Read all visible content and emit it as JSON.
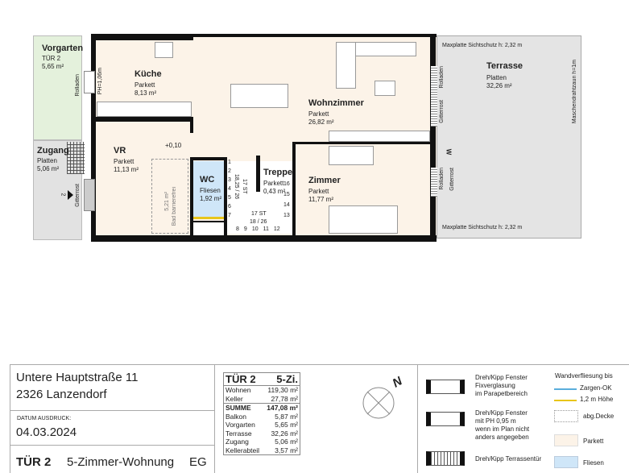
{
  "plan": {
    "vorgarten": {
      "name": "Vorgarten",
      "sub": "TÜR 2",
      "area": "5,65 m²"
    },
    "zugang": {
      "name": "Zugang",
      "floor": "Platten",
      "area": "5,06 m²"
    },
    "kueche": {
      "name": "Küche",
      "floor": "Parkett",
      "area": "8,13 m²"
    },
    "vr": {
      "name": "VR",
      "floor": "Parkett",
      "area": "11,13 m²",
      "level": "+0,10"
    },
    "wc": {
      "name": "WC",
      "floor": "Fliesen",
      "area": "1,92 m²"
    },
    "bad": {
      "label": "Bad barrierefrei",
      "area": "5,21 m²"
    },
    "treppe": {
      "name": "Treppe",
      "floor": "Parkett",
      "area": "0,43 m²",
      "st1": "17 ST",
      "dim1": "18,25 / 26",
      "st2": "17 ST",
      "dim2": "18 / 26",
      "steps": [
        "1",
        "2",
        "3",
        "4",
        "5",
        "6",
        "7",
        "8",
        "9",
        "10",
        "11",
        "12",
        "13",
        "14",
        "15",
        "16"
      ]
    },
    "wohnzimmer": {
      "name": "Wohnzimmer",
      "floor": "Parkett",
      "area": "26,82 m²"
    },
    "zimmer": {
      "name": "Zimmer",
      "floor": "Parkett",
      "area": "11,77 m²"
    },
    "terrasse": {
      "name": "Terrasse",
      "floor": "Platten",
      "area": "32,26 m²"
    },
    "labels": {
      "rolladen": "Rolladen",
      "gitterrost": "Gitterrost",
      "ph": "PH=1,06m",
      "sichtschutz_top": "Maxplatte Sichtschutz h: 2,32 m",
      "sichtschutz_bottom": "Maxplatte Sichtschutz h: 2,32 m",
      "zaun": "Maschendrahtzaun h=1m",
      "w": "W",
      "entry_no": "2"
    }
  },
  "info": {
    "address1": "Untere Hauptstraße 11",
    "address2": "2326 Lanzendorf",
    "datum_label": "DATUM AUSDRUCK:",
    "datum": "04.03.2024",
    "unit": "TÜR 2",
    "type": "5-Zimmer-Wohnung",
    "floor": "EG",
    "table": {
      "title": "TÜR 2",
      "rooms": "5-Zi.",
      "rows": [
        {
          "k": "Wohnen",
          "v": "119,30 m²"
        },
        {
          "k": "Keller",
          "v": "27,78 m²"
        },
        {
          "k": "SUMME",
          "v": "147,08 m²"
        },
        {
          "k": "Balkon",
          "v": "5,87 m²"
        },
        {
          "k": "Vorgarten",
          "v": "5,65 m²"
        },
        {
          "k": "Terrasse",
          "v": "32,26 m²"
        },
        {
          "k": "Zugang",
          "v": "5,06 m²"
        },
        {
          "k": "Kellerabteil",
          "v": "3,57 m²"
        }
      ]
    },
    "north": "N",
    "legend": {
      "win1": [
        "Dreh/Kipp Fenster",
        "Fixverglasung",
        "im Parapetbereich"
      ],
      "win2": [
        "Dreh/Kipp Fenster",
        "mit PH 0,95 m",
        "wenn im Plan nicht",
        "anders angegeben"
      ],
      "door": "Dreh/Kipp Terrassentür",
      "tiling_title": "Wandverfliesung bis",
      "zargen": "Zargen-OK",
      "hoehe": "1,2 m Höhe",
      "decke": "abg.Decke",
      "parkett": "Parkett",
      "fliesen": "Fliesen",
      "colors": {
        "zargen": "#5aaedc",
        "hoehe": "#e8c51a",
        "parkett": "#fcf3e8",
        "fliesen": "#cfe6f8",
        "garden": "#e4f1dc",
        "paving": "#e2e2e2"
      }
    }
  }
}
